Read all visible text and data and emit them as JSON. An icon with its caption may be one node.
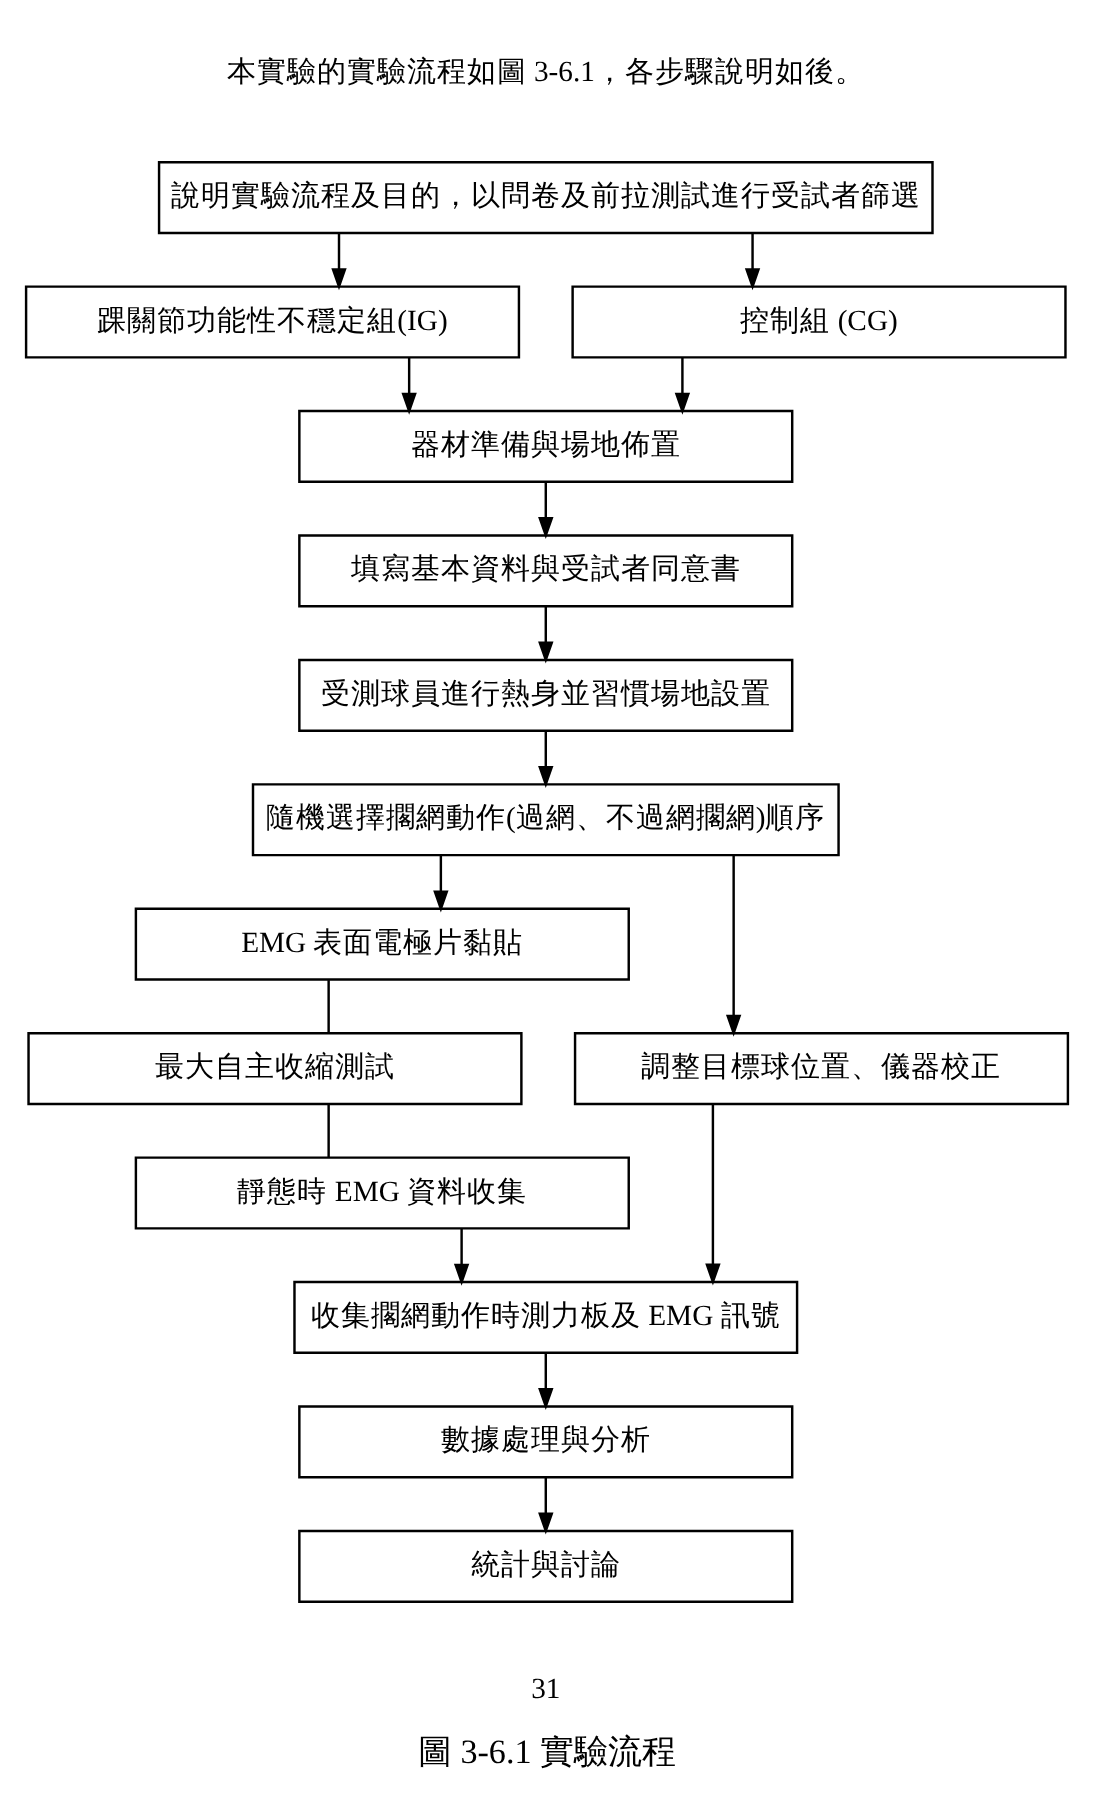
{
  "diagram": {
    "caption": "圖 3-6.1 實驗流程",
    "nodes": [
      {
        "text": [
          "說明實驗流程及目的，以問卷及前拉測試進行受試者篩選"
        ]
      },
      {
        "text": [
          "踝關節功能性不穩定組(IG)"
        ]
      },
      {
        "text": [
          "控制組 (CG)"
        ]
      },
      {
        "text": [
          "器材準備與場地佈置"
        ]
      },
      {
        "text": [
          "填寫基本資料與受試者同意書"
        ]
      },
      {
        "text": [
          "受測球員進行熱身並習慣場地設置"
        ]
      },
      {
        "text": [
          "隨機選擇擱網動作(過網、不過網擱網)順序"
        ]
      },
      {
        "text": [
          "EMG 表面電極片黏貼"
        ]
      },
      {
        "text": [
          "調整目標球位置、儀器校正"
        ]
      },
      {
        "text": [
          "最大自主收縮測試"
        ]
      },
      {
        "text": [
          "靜態時 EMG 資料收集"
        ]
      },
      {
        "text": [
          "收集擱網動作時測力板及 EMG 訊號"
        ]
      },
      {
        "text": [
          "數據處理與分析"
        ]
      },
      {
        "text": [
          "統計與討論"
        ]
      }
    ],
    "edges": [
      {
        "from": 0,
        "to": 1,
        "arrow": "to"
      },
      {
        "from": 0,
        "to": 2,
        "arrow": "to"
      },
      {
        "from": 1,
        "to": 3,
        "arrow": "to"
      },
      {
        "from": 2,
        "to": 3,
        "arrow": "to"
      },
      {
        "from": 3,
        "to": 4,
        "arrow": "to"
      },
      {
        "from": 4,
        "to": 5,
        "arrow": "to"
      },
      {
        "from": 5,
        "to": 6,
        "arrow": "to"
      },
      {
        "from": 6,
        "to": 7,
        "arrow": "to"
      },
      {
        "from": 6,
        "to": 8,
        "arrow": "to"
      },
      {
        "from": 7,
        "to": 9,
        "arrow": "none"
      },
      {
        "from": 9,
        "to": 10,
        "arrow": "none"
      },
      {
        "from": 8,
        "to": 11,
        "arrow": "to"
      },
      {
        "from": 10,
        "to": 11,
        "arrow": "to"
      },
      {
        "from": 11,
        "to": 12,
        "arrow": "to"
      },
      {
        "from": 12,
        "to": 13,
        "arrow": "to"
      }
    ],
    "labels": [
      "本實驗的實驗流程如圖 3-6.1，各步驟說明如後。",
      "31"
    ]
  }
}
